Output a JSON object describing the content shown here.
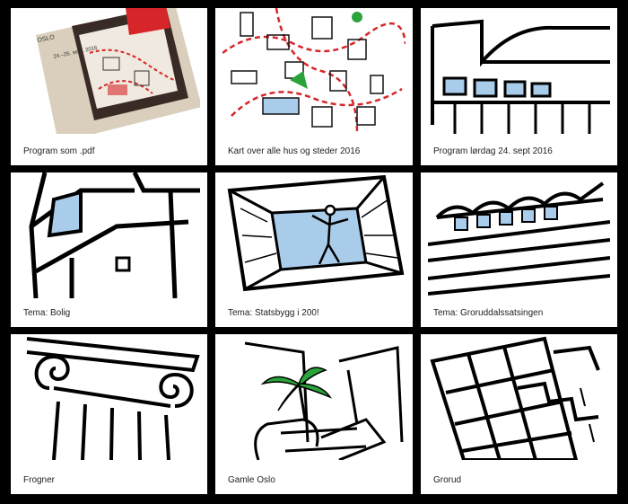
{
  "colors": {
    "background": "#000000",
    "card": "#ffffff",
    "sky": "#a9ccea",
    "red": "#d6262a",
    "green": "#2aa43a"
  },
  "tiles": [
    {
      "caption": "Program som .pdf",
      "icon": "program-pdf-cover-icon",
      "cover": {
        "city": "OSLO",
        "title_right": "OPEN HOUSE OSLO",
        "dates": "24.–25. sept. 2016"
      }
    },
    {
      "caption": "Kart over alle hus og steder 2016",
      "icon": "map-sketch-icon"
    },
    {
      "caption": "Program lørdag 24. sept 2016",
      "icon": "curved-building-sketch-icon"
    },
    {
      "caption": "Tema: Bolig",
      "icon": "stair-house-sketch-icon"
    },
    {
      "caption": "Tema: Statsbygg i 200!",
      "icon": "figure-in-window-sketch-icon"
    },
    {
      "caption": "Tema: Groruddalssatsingen",
      "icon": "wavy-roof-building-sketch-icon"
    },
    {
      "caption": "Frogner",
      "icon": "ionic-column-sketch-icon"
    },
    {
      "caption": "Gamle Oslo",
      "icon": "palm-interior-sketch-icon"
    },
    {
      "caption": "Grorud",
      "icon": "grid-facade-sketch-icon"
    }
  ]
}
